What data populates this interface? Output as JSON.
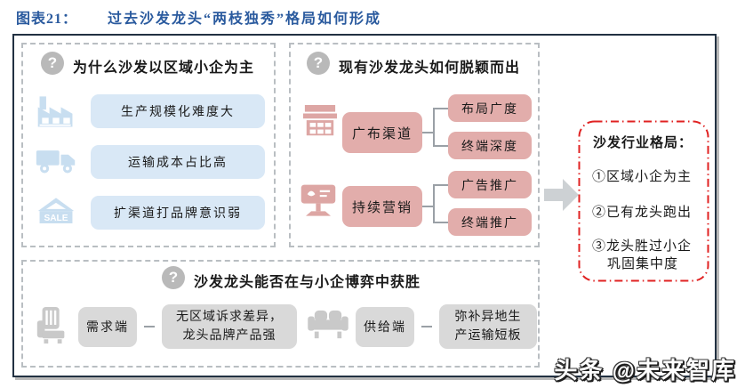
{
  "title": {
    "label": "图表21：",
    "text": "过去沙发龙头“两枝独秀”格局如何形成"
  },
  "icons": {
    "question_mark": "?"
  },
  "panels": {
    "left": {
      "header": "为什么沙发以区域小企为主",
      "items": [
        {
          "icon": "factory-icon",
          "text": "生产规模化难度大"
        },
        {
          "icon": "truck-icon",
          "text": "运输成本占比高"
        },
        {
          "icon": "sale-stall-icon",
          "text": "扩渠道打品牌意识弱"
        }
      ]
    },
    "middle": {
      "header": "现有沙发龙头如何脱颖而出",
      "groups": [
        {
          "icon": "store-icon",
          "label": "广布渠道",
          "branches": [
            "布局广度",
            "终端深度"
          ]
        },
        {
          "icon": "billboard-icon",
          "label": "持续营销",
          "branches": [
            "广告推广",
            "终端推广"
          ]
        }
      ]
    },
    "bottom": {
      "header": "沙发龙头能否在与小企博弈中获胜",
      "groups": [
        {
          "icon": "armchair-icon",
          "label": "需求端",
          "line1": "无区域诉求差异，",
          "line2": "龙头品牌产品强"
        },
        {
          "icon": "sofa-icon",
          "label": "供给端",
          "line1": "弥补异地生",
          "line2": "产运输短板"
        }
      ]
    }
  },
  "result_box": {
    "title": "沙发行业格局：",
    "items": [
      "①区域小企为主",
      "②已有龙头跑出",
      "③龙头胜过小企"
    ],
    "item3_continuation": "巩固集中度"
  },
  "watermark": "头条 @未来智库",
  "colors": {
    "title_blue": "#2a5a9e",
    "main_border": "#223142",
    "dashed_border": "#b9bec2",
    "light_blue_fill": "#d9e8f6",
    "light_blue_icon": "#c8def0",
    "pink_fill": "#e2adab",
    "pink_icon": "#dda6a4",
    "gray_fill": "#d9d9d9",
    "gray_icon": "#c9c9c9",
    "red_border": "#e02222",
    "arrow_gray": "#cdd1d4"
  }
}
